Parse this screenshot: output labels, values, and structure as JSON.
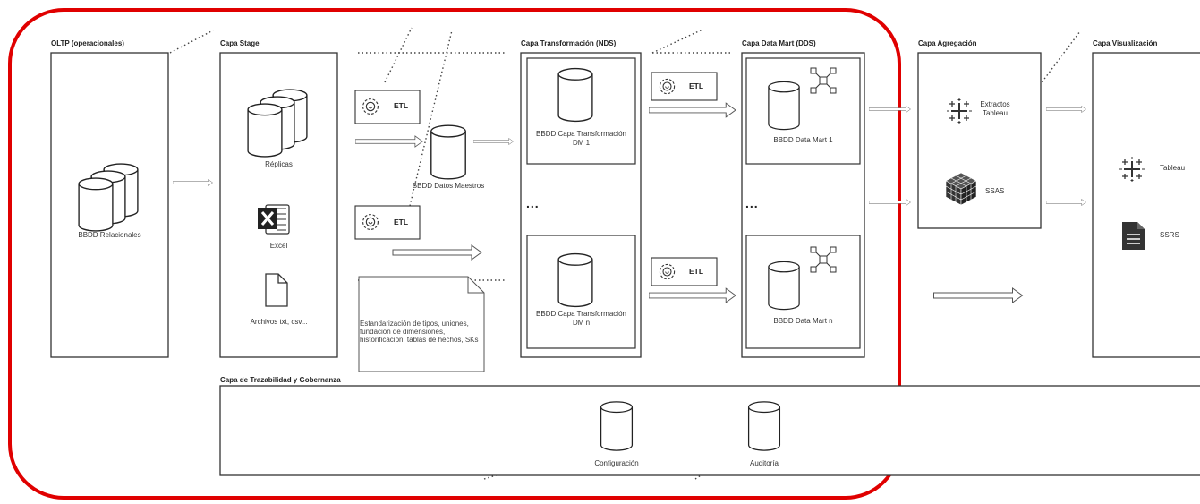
{
  "highlight_color": "#e00000",
  "layers": {
    "oltp": {
      "title": "OLTP (operacionales)",
      "db_label": "BBDD Relacionales"
    },
    "stage": {
      "title": "Capa Stage",
      "replicas": "Réplicas",
      "excel": "Excel",
      "archivos": "Archivos txt, csv..."
    },
    "nds": {
      "title": "Capa Transformación (NDS)",
      "dm1": "BBDD Capa Transformación DM 1",
      "dmn": "BBDD Capa Transformación DM n",
      "ellipsis": "..."
    },
    "dds": {
      "title": "Capa Data Mart (DDS)",
      "dm1": "BBDD Data Mart 1",
      "dmn": "BBDD Data Mart n",
      "ellipsis": "..."
    },
    "agg": {
      "title": "Capa Agregación",
      "extractos": "Extractos Tableau",
      "ssas": "SSAS"
    },
    "vis": {
      "title": "Capa Visualización",
      "tableau": "Tableau",
      "ssrs": "SSRS"
    },
    "gov": {
      "title": "Capa de Trazabilidad y Gobernanza",
      "config": "Configuración",
      "audit": "Auditoría"
    }
  },
  "etl_label": "ETL",
  "datos_maestros": "BBDD Datos Maestros",
  "note_text": "Estandarización de tipos, uniones, fundación de dimensiones, historificación, tablas de hechos, SKs"
}
